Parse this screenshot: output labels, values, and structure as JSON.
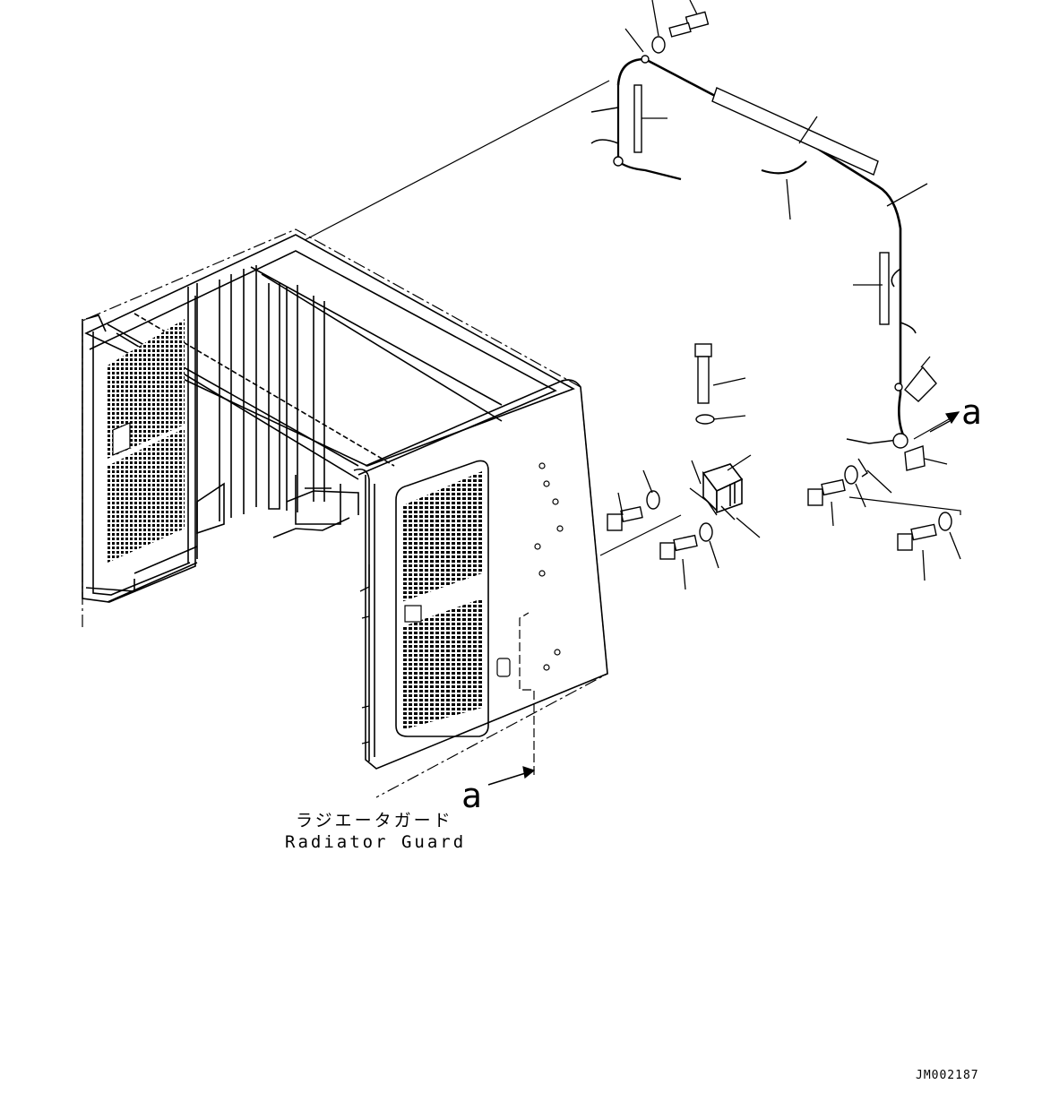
{
  "diagram": {
    "caption_japanese": "ラジエータガード",
    "caption_english": "Radiator Guard",
    "view_marker_left": "a",
    "view_marker_right": "a",
    "drawing_number": "JM002187"
  },
  "parts": [
    "radiator-guard-frame",
    "front-grille-panel",
    "wiring-harness",
    "harness-protective-tube",
    "harness-connector",
    "horn-relay-box",
    "mounting-bolt",
    "washer",
    "bracket-clip"
  ]
}
